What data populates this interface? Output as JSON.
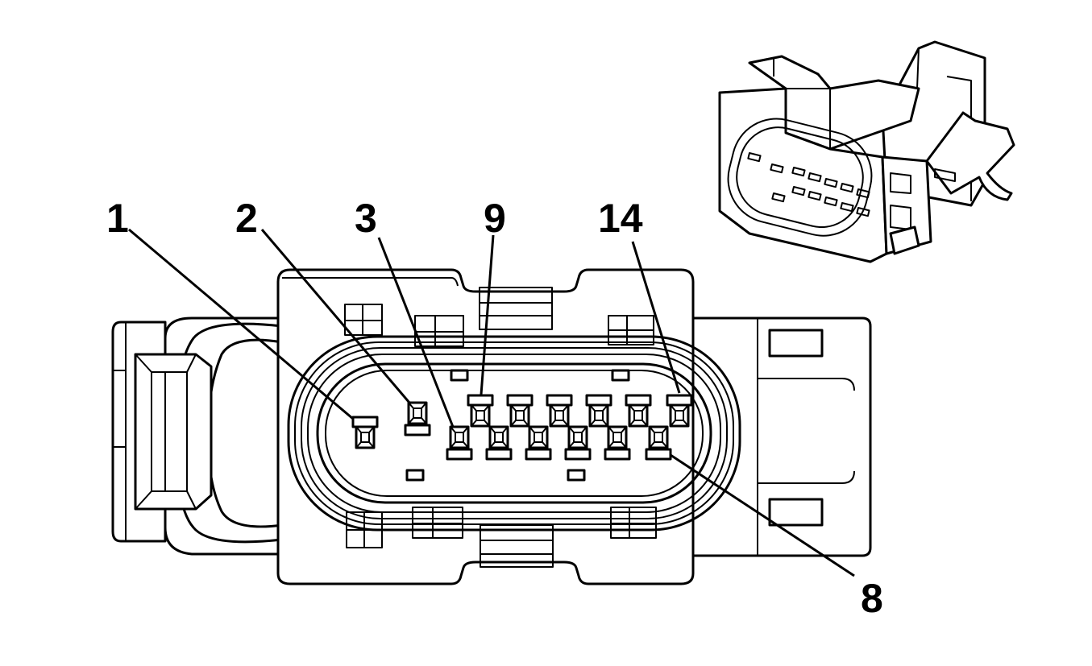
{
  "callouts": {
    "c1": "1",
    "c2": "2",
    "c3": "3",
    "c9": "9",
    "c14": "14",
    "c8": "8"
  }
}
